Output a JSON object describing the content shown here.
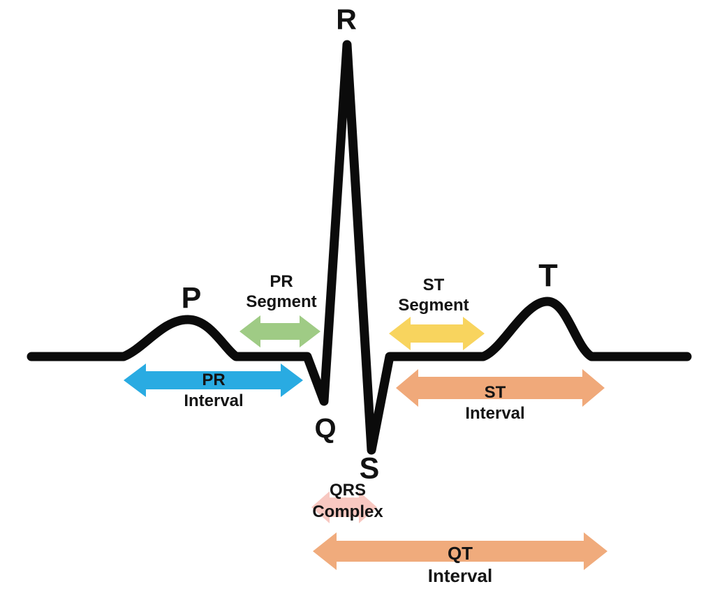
{
  "colors": {
    "trace": "#0b0b0b",
    "pr_interval": "#29abe2",
    "pr_segment": "#9fcb85",
    "st_segment": "#f8d45e",
    "st_interval": "#f0a97a",
    "qrs_complex": "#f8c8c1",
    "qt_interval": "#f0ab7c",
    "text": "#141414"
  },
  "wave_labels": {
    "p": "P",
    "q": "Q",
    "r": "R",
    "s": "S",
    "t": "T"
  },
  "annotations": {
    "pr_segment": {
      "line1": "PR",
      "line2": "Segment"
    },
    "pr_interval": {
      "line1": "PR",
      "line2": "Interval"
    },
    "st_segment": {
      "line1": "ST",
      "line2": "Segment"
    },
    "st_interval": {
      "line1": "ST",
      "line2": "Interval"
    },
    "qrs_complex": {
      "line1": "QRS",
      "line2": "Complex"
    },
    "qt_interval": {
      "line1": "QT",
      "line2": "Interval"
    }
  }
}
